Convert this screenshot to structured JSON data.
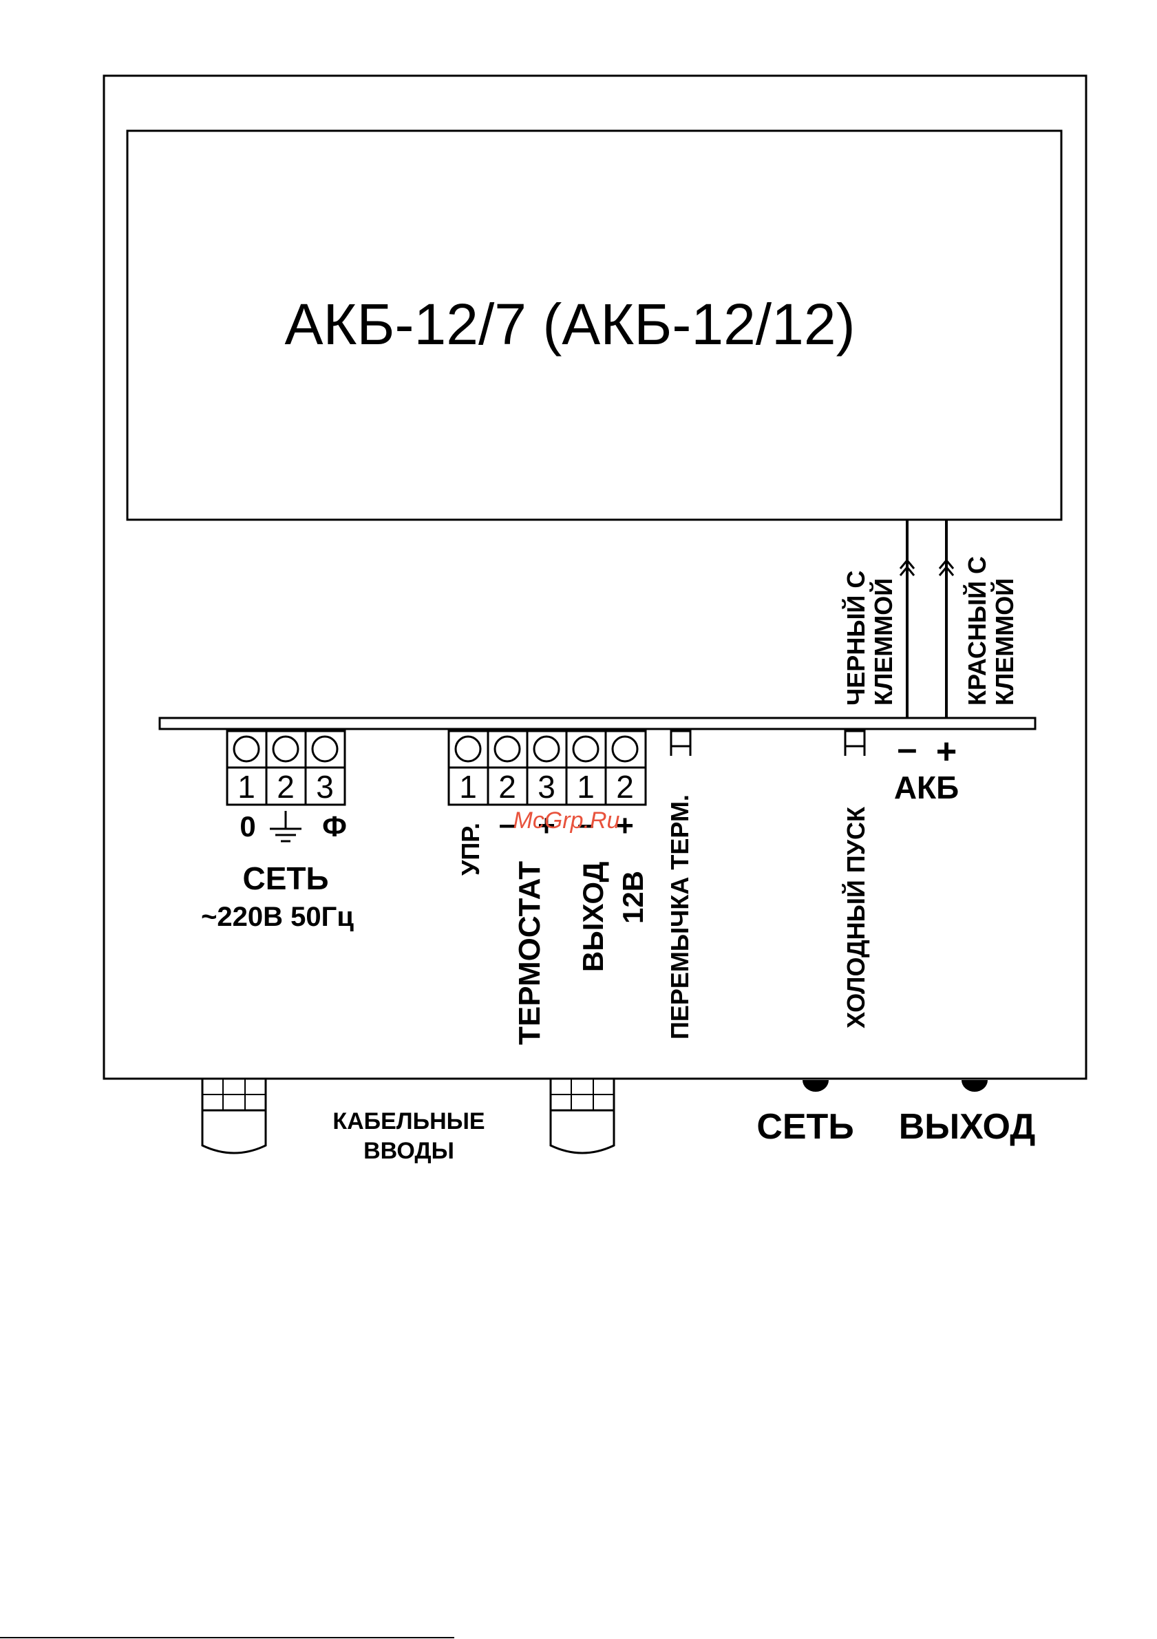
{
  "battery": {
    "label": "АКБ-12/7 (АКБ-12/12)"
  },
  "wires": {
    "black": [
      "ЧЕРНЫЙ С",
      "КЛЕММОЙ"
    ],
    "red": [
      "КРАСНЫЙ С",
      "КЛЕММОЙ"
    ]
  },
  "mains_block": {
    "numbers": [
      "1",
      "2",
      "3"
    ],
    "zero_label": "0",
    "phase_label": "Ф",
    "title": "СЕТЬ",
    "subtitle": "~220В 50Гц"
  },
  "control_block": {
    "numbers": [
      "1",
      "2",
      "3",
      "1",
      "2"
    ],
    "upr_label": "УПР.",
    "thermostat_label": "ТЕРМОСТАТ",
    "output_label": "ВЫХОД",
    "output_voltage": "12В",
    "minus": "–",
    "plus": "+"
  },
  "jumper_label": "ПЕРЕМЫЧКА ТЕРМ.",
  "cold_start_label": "ХОЛОДНЫЙ ПУСК",
  "akb_terminals": {
    "minus": "–",
    "plus": "+",
    "label": "АКБ"
  },
  "cable_entries": [
    "КАБЕЛЬНЫЕ",
    "ВВОДЫ"
  ],
  "leds": {
    "mains": "СЕТЬ",
    "output": "ВЫХОД"
  },
  "watermark": "McGrp.Ru"
}
